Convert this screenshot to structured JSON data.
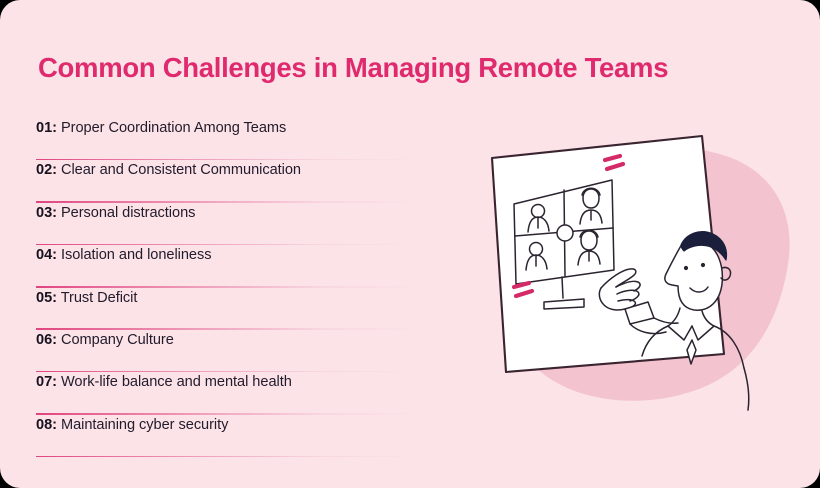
{
  "card": {
    "background_color": "#FBE3E8",
    "accent_color": "#E02A6E",
    "text_color": "#221B2B"
  },
  "header": {
    "title": "Common Challenges in Managing Remote Teams"
  },
  "list": {
    "items": [
      {
        "number": "01:",
        "label": "Proper Coordination Among Teams"
      },
      {
        "number": "02:",
        "label": "Clear and Consistent Communication"
      },
      {
        "number": "03:",
        "label": "Personal distractions"
      },
      {
        "number": "04:",
        "label": "Isolation and loneliness"
      },
      {
        "number": "05:",
        "label": "Trust Deficit"
      },
      {
        "number": "06:",
        "label": "Company Culture"
      },
      {
        "number": "07:",
        "label": "Work-life balance and mental health"
      },
      {
        "number": "08:",
        "label": "Maintaining cyber security"
      }
    ]
  },
  "illustration": {
    "name": "remote-video-call-illustration",
    "description": "Hand drawn man pointing at a monitor showing a four person video call grid, inside a wobbly white frame on a pink blob",
    "frame_color": "#FFFFFF",
    "frame_outline_color": "#3A2430",
    "blob_color": "#F4C3CF",
    "accent_mark_color": "#D42A68",
    "hair_color": "#1B1F3B",
    "participants": 4
  }
}
